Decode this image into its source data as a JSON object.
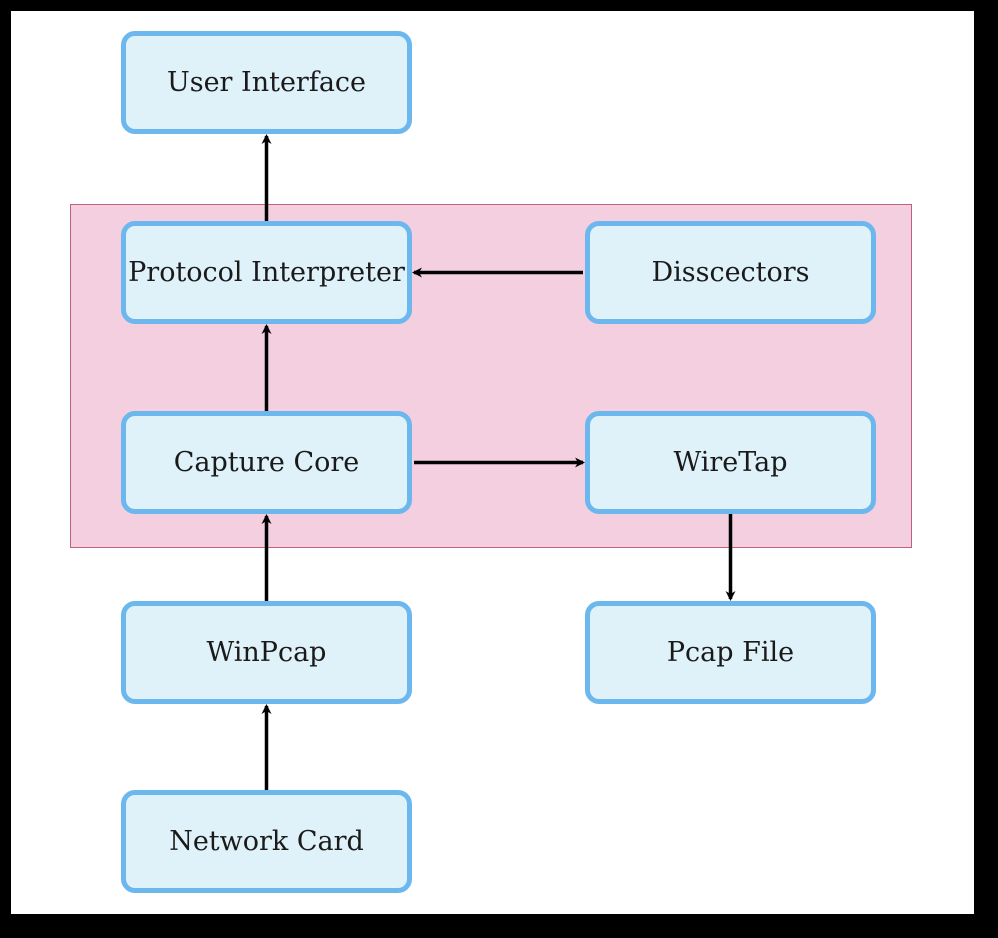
{
  "colors": {
    "frame": "#000000",
    "background": "#ffffff",
    "group_fill": "#f4cfe0",
    "group_border": "#c06080",
    "node_fill": "#dff1f9",
    "node_border": "#6cb8ee",
    "edge": "#000000"
  },
  "nodes": {
    "user_interface": "User Interface",
    "protocol_interpreter": "Protocol Interpreter",
    "dissectors": "Disscectors",
    "capture_core": "Capture Core",
    "wiretap": "WireTap",
    "winpcap": "WinPcap",
    "pcap_file": "Pcap File",
    "network_card": "Network Card"
  },
  "edges": [
    {
      "from": "network_card",
      "to": "winpcap"
    },
    {
      "from": "winpcap",
      "to": "capture_core"
    },
    {
      "from": "capture_core",
      "to": "protocol_interpreter"
    },
    {
      "from": "protocol_interpreter",
      "to": "user_interface"
    },
    {
      "from": "dissectors",
      "to": "protocol_interpreter"
    },
    {
      "from": "capture_core",
      "to": "wiretap"
    },
    {
      "from": "wiretap",
      "to": "pcap_file"
    }
  ]
}
